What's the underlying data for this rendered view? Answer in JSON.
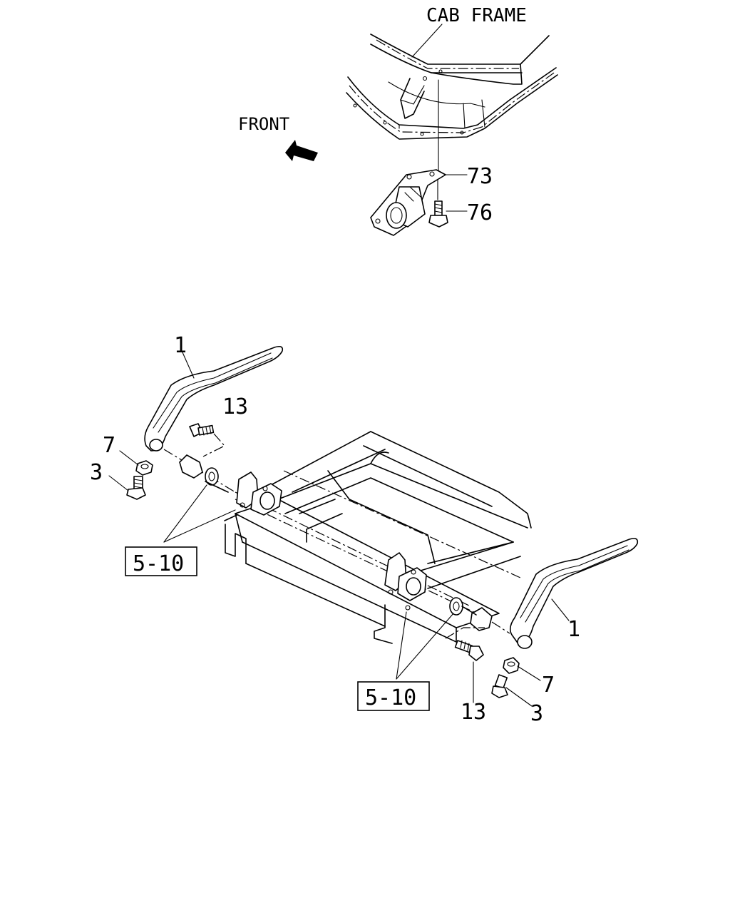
{
  "labels": {
    "cab_frame": "CAB FRAME",
    "front": "FRONT",
    "p73": "73",
    "p76": "76",
    "p1_left": "1",
    "p13_left": "13",
    "p7_left": "7",
    "p3_left": "3",
    "ref_left": "5-10",
    "p1_right": "1",
    "p13_right": "13",
    "p7_right": "7",
    "p3_right": "3",
    "ref_right": "5-10"
  },
  "colors": {
    "line": "#000000",
    "background": "#ffffff"
  }
}
